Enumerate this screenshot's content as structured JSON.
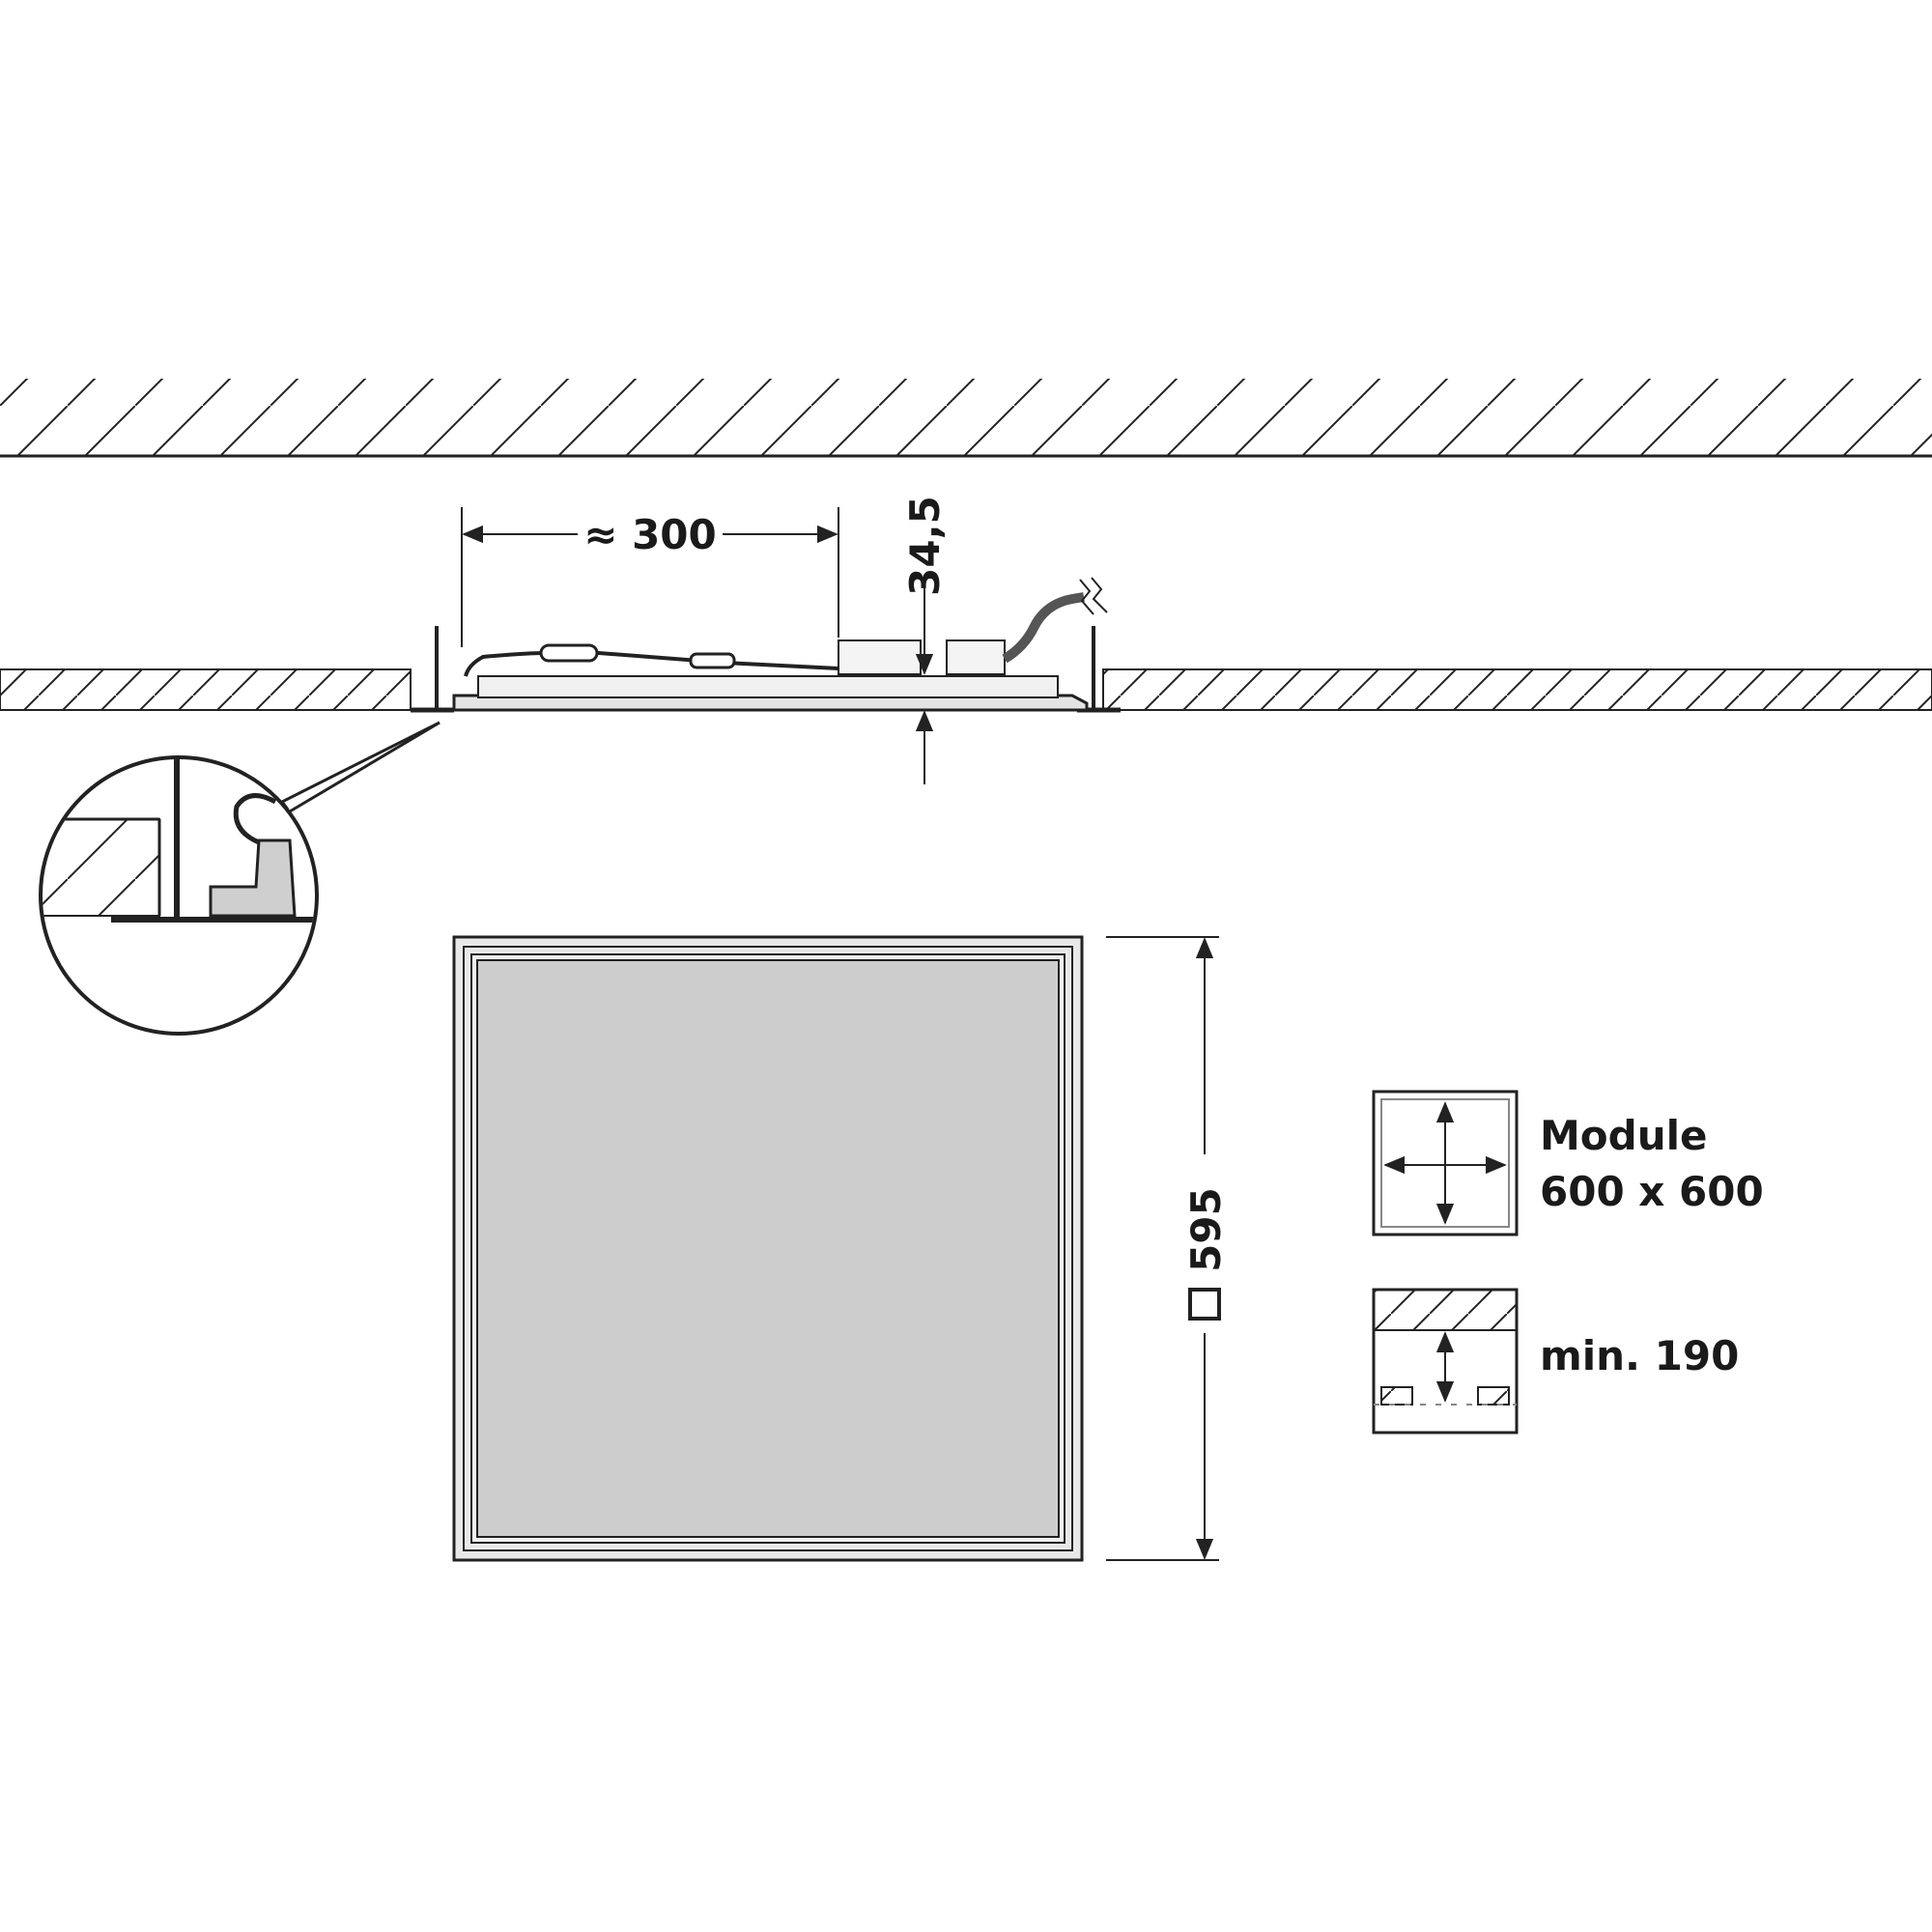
{
  "dimensions": {
    "length": "≈ 300",
    "height": "34,5",
    "panel_size": "595"
  },
  "legend": {
    "module_line1": "Module",
    "module_line2": "600 x 600",
    "min_clearance": "min. 190"
  },
  "colors": {
    "line": "#222222",
    "panel_fill": "#cdcdcd",
    "frame_fill": "#e4e4e4"
  }
}
